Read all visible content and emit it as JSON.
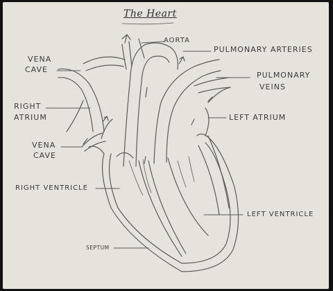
{
  "title": "The Heart",
  "labels": {
    "aorta": "AORTA",
    "pulmonary_arteries": "PULMONARY ARTERIES",
    "vena_cave_top_line1": "VENA",
    "vena_cave_top_line2": "CAVE",
    "pulmonary_veins_line1": "PULMONARY",
    "pulmonary_veins_line2": "VEINS",
    "right_atrium_line1": "RIGHT",
    "right_atrium_line2": "ATRIUM",
    "left_atrium": "LEFT ATRIUM",
    "vena_cave_bottom_line1": "VENA",
    "vena_cave_bottom_line2": "CAVE",
    "right_ventricle": "RIGHT VENTRICLE",
    "left_ventricle": "LEFT VENTRICLE",
    "septum": "SEPTUM"
  },
  "colors": {
    "paper": "#e6e3dc",
    "pencil": "#555555",
    "frame": "#111111"
  }
}
